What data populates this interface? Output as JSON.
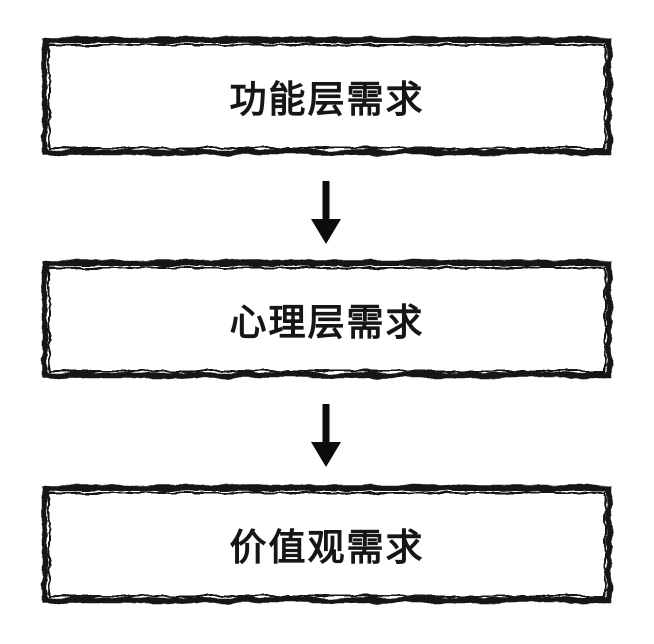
{
  "diagram": {
    "background_color": "#ffffff",
    "ink_color": "#151515",
    "style": "hand-drawn sketch boxes with solid arrows",
    "nodes": [
      {
        "id": "functional",
        "label": "功能层需求"
      },
      {
        "id": "psychological",
        "label": "心理层需求"
      },
      {
        "id": "values",
        "label": "价值观需求"
      }
    ],
    "connectors": [
      {
        "from": "functional",
        "to": "psychological",
        "type": "arrow-down"
      },
      {
        "from": "psychological",
        "to": "values",
        "type": "arrow-down"
      }
    ]
  }
}
